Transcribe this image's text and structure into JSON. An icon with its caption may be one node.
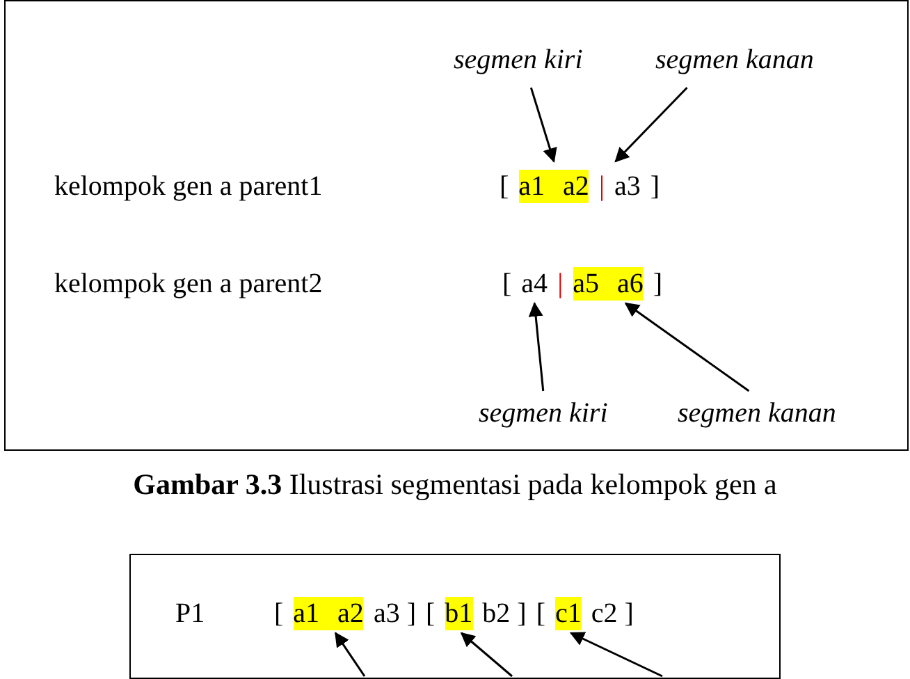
{
  "diagram": {
    "caption": "**Gambar 3.3** Ilustrasi segmentasi pada kelompok gen a",
    "nodes": [
      {
        "text": [],
        "shape": "box"
      },
      {
        "text": [
          "segmen kiri"
        ],
        "in": 0
      },
      {
        "text": [
          "segmen kanan"
        ],
        "in": 0
      },
      {
        "text": [
          "a1 a2"
        ],
        "in": 0
      },
      {
        "text": [
          "a3"
        ],
        "in": 0
      },
      {
        "text": [
          "a4"
        ],
        "in": 0
      },
      {
        "text": [
          "a5 a6"
        ],
        "in": 0
      },
      {
        "text": [
          "segmen kiri"
        ],
        "in": 0
      },
      {
        "text": [
          "segmen kanan"
        ],
        "in": 0
      },
      {
        "text": [],
        "shape": "box"
      },
      {
        "text": [
          "a1 a2"
        ],
        "in": 9
      },
      {
        "text": [
          "b1"
        ],
        "in": 9
      },
      {
        "text": [
          "c1"
        ],
        "in": 9
      }
    ],
    "edges": [
      {
        "from": 1,
        "to": 3,
        "arrow": "to"
      },
      {
        "from": 2,
        "to": 4,
        "arrow": "to"
      },
      {
        "from": 7,
        "to": 5,
        "arrow": "to"
      },
      {
        "from": 8,
        "to": 6,
        "arrow": "to"
      },
      {
        "from": null,
        "to": 10,
        "arrow": "to"
      },
      {
        "from": null,
        "to": 11,
        "arrow": "to"
      },
      {
        "from": null,
        "to": 12,
        "arrow": "to"
      }
    ],
    "labels": [
      "kelompok gen a parent1",
      "[",
      "|",
      "]",
      "kelompok gen a parent2",
      "[",
      "|",
      "]",
      "P1",
      "[",
      "a3 ]",
      "[",
      "b2 ]",
      "[",
      "c2 ]"
    ]
  }
}
